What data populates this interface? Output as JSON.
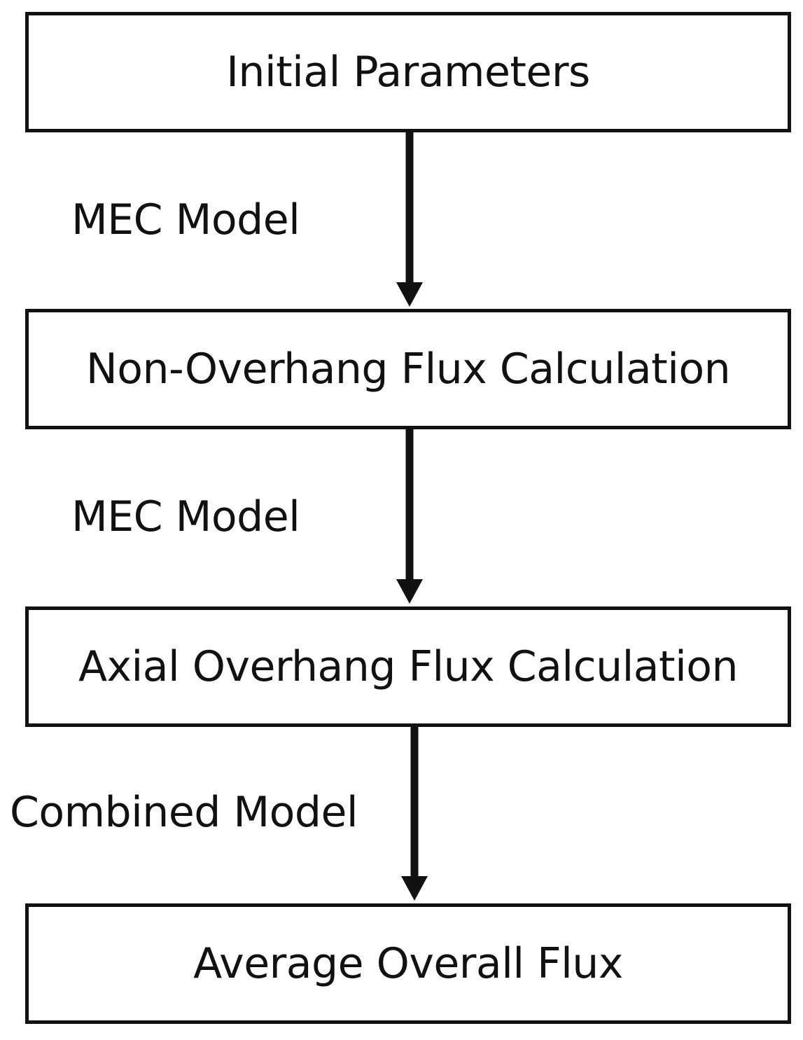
{
  "diagram": {
    "nodes": [
      {
        "id": "initial",
        "label": "Initial Parameters"
      },
      {
        "id": "non_overhang",
        "label": "Non-Overhang Flux Calculation"
      },
      {
        "id": "axial_overhang",
        "label": "Axial Overhang Flux Calculation"
      },
      {
        "id": "average",
        "label": "Average Overall Flux"
      }
    ],
    "edges": [
      {
        "from": "initial",
        "to": "non_overhang",
        "label": "MEC Model"
      },
      {
        "from": "non_overhang",
        "to": "axial_overhang",
        "label": "MEC Model"
      },
      {
        "from": "axial_overhang",
        "to": "average",
        "label": "Combined Model"
      }
    ]
  }
}
